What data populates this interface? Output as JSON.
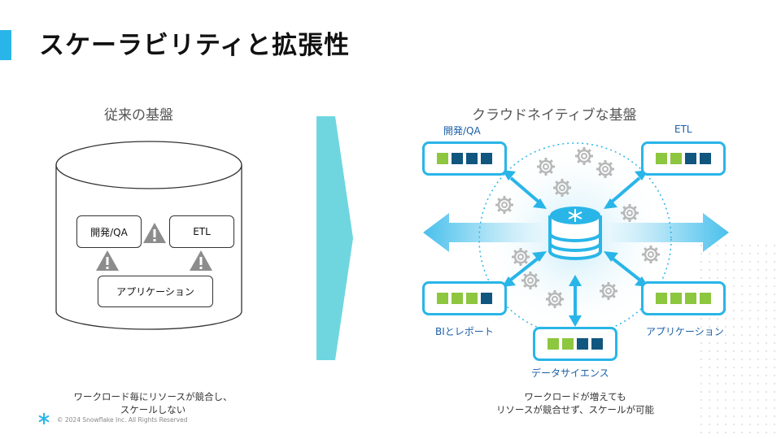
{
  "slide": {
    "title": "スケーラビリティと拡張性",
    "accent_color": "#29B5E8"
  },
  "left": {
    "heading": "従来の基盤",
    "boxes": {
      "dev": "開発/QA",
      "etl": "ETL",
      "app": "アプリケーション"
    },
    "warning_icon_count": 3,
    "caption_line1": "ワークロード毎にリソースが競合し、",
    "caption_line2": "スケールしない"
  },
  "right": {
    "heading": "クラウドネイティブな基盤",
    "nodes": {
      "dev": {
        "label": "開発/QA",
        "squares": [
          "green",
          "navy",
          "navy",
          "navy"
        ]
      },
      "etl": {
        "label": "ETL",
        "squares": [
          "green",
          "green",
          "navy",
          "navy"
        ]
      },
      "bi": {
        "label": "BIとレポート",
        "squares": [
          "green",
          "green",
          "green",
          "navy"
        ]
      },
      "app": {
        "label": "アプリケーション",
        "squares": [
          "green",
          "green",
          "green",
          "green"
        ]
      },
      "ds": {
        "label": "データサイエンス",
        "squares": [
          "green",
          "green",
          "navy",
          "navy"
        ]
      }
    },
    "caption_line1": "ワークロードが増えても",
    "caption_line2": "リソースが競合せず、スケールが可能"
  },
  "colors": {
    "cyan": "#29B5E8",
    "green": "#8DC63F",
    "navy": "#11567F",
    "teal_arrow": "#6FD6E0"
  },
  "footer": {
    "copyright": "© 2024 Snowflake Inc. All Rights Reserved"
  }
}
